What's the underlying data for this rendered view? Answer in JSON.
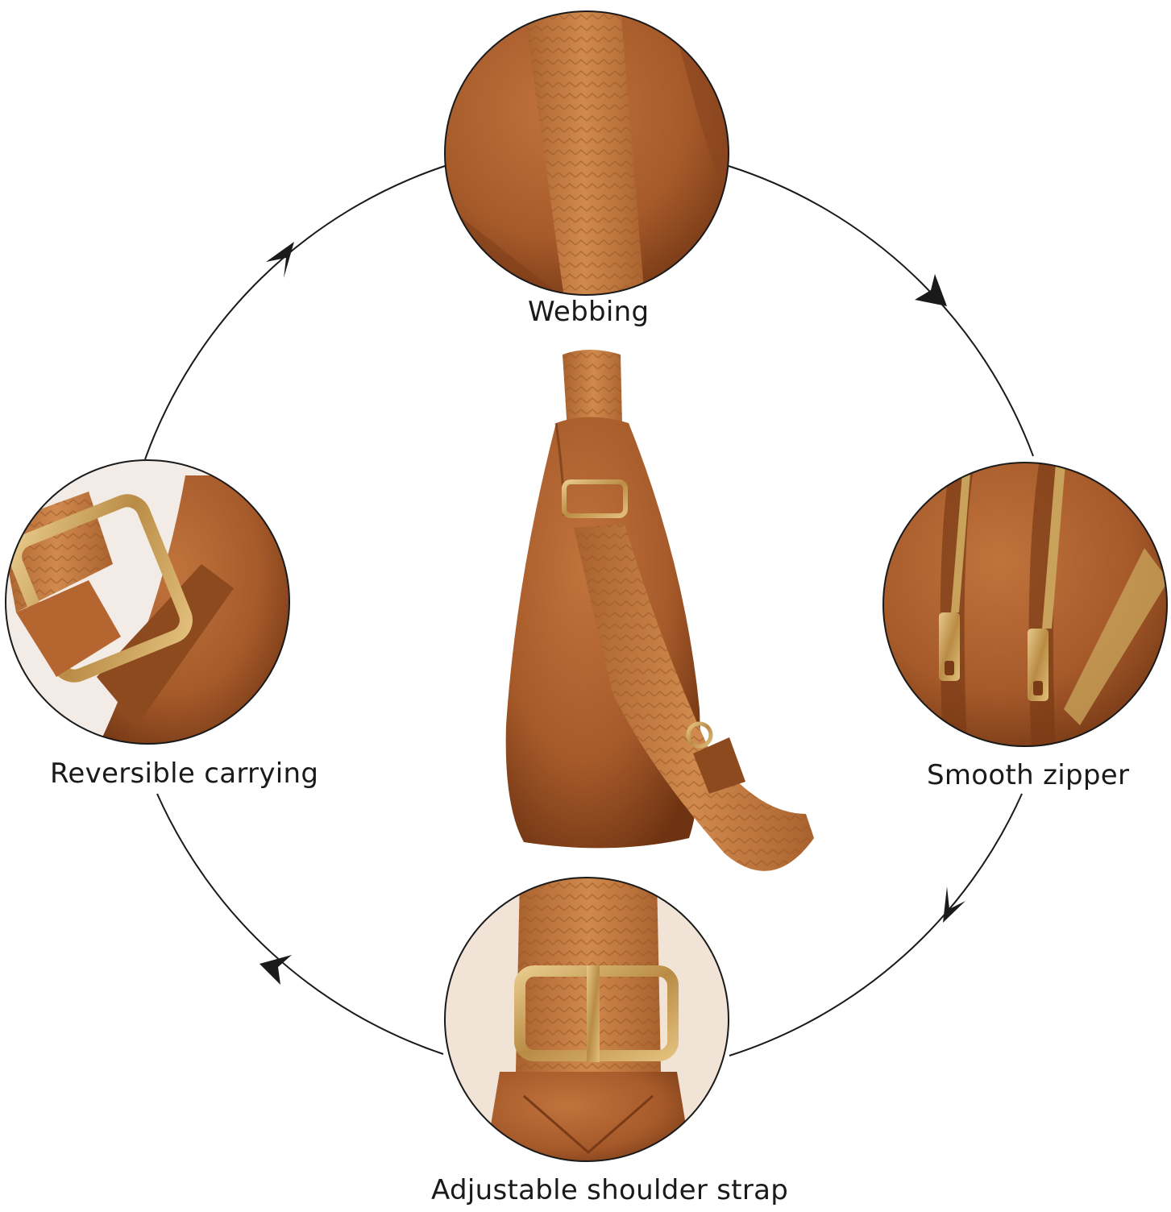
{
  "features": {
    "webbing": "Webbing",
    "reversible": "Reversible carrying",
    "zipper": "Smooth zipper",
    "adjustable": "Adjustable shoulder strap"
  },
  "colors": {
    "leather": "#a65a2a",
    "leather_dark": "#7a3a16",
    "webbing": "#c27a40",
    "hardware": "#c8a15a",
    "ring_stroke": "#1a1a1a",
    "background": "#ffffff"
  },
  "icons": {
    "cycle_arrows": "arrowhead-icon"
  }
}
